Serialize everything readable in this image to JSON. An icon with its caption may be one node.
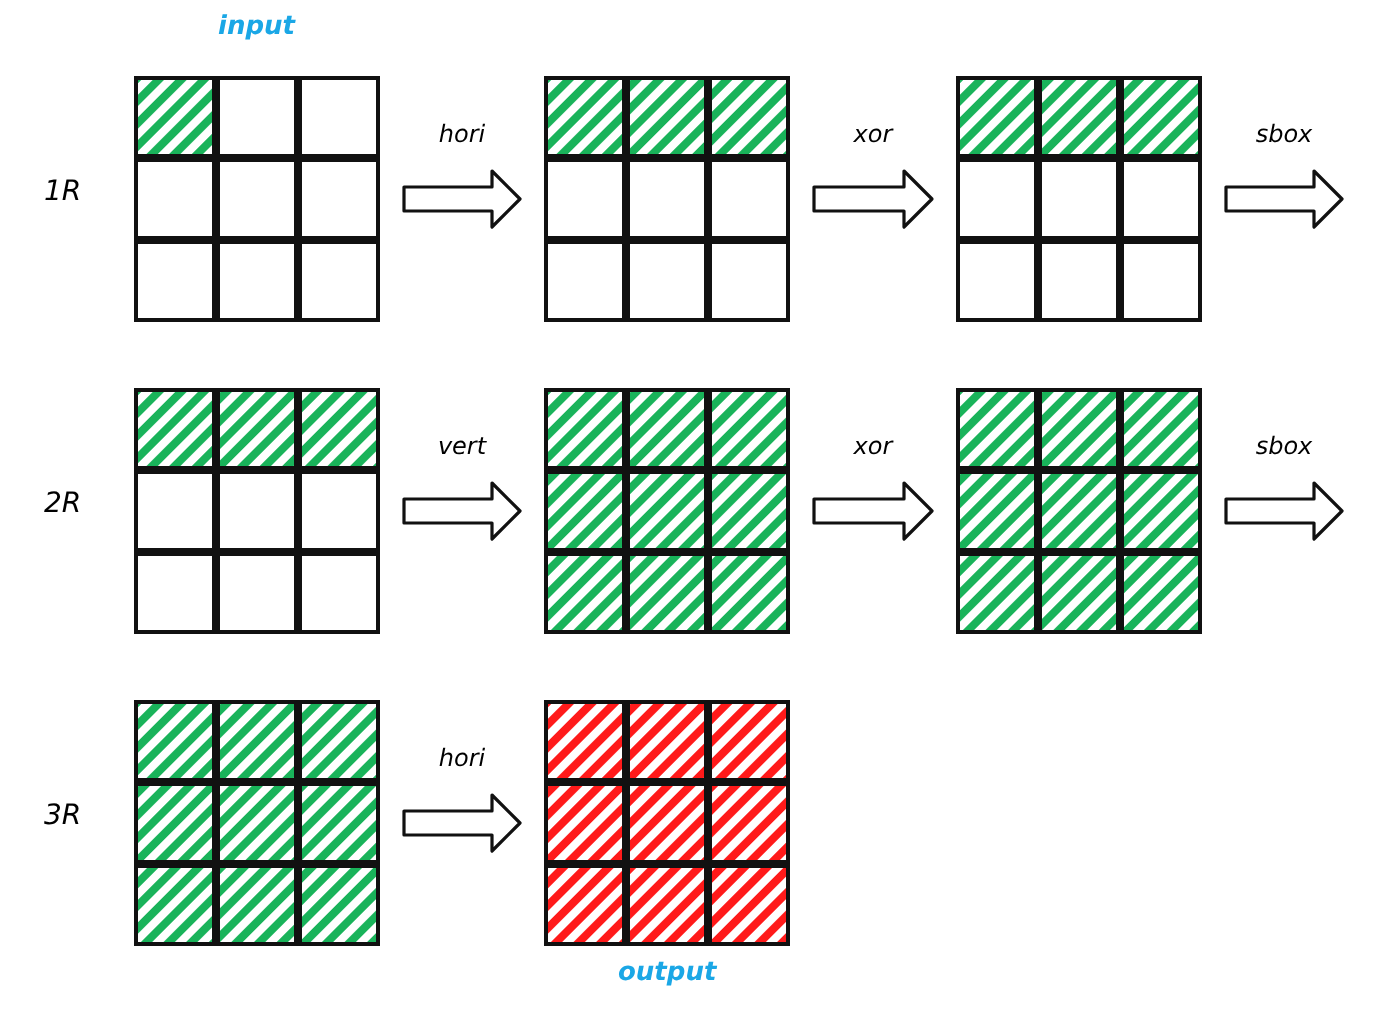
{
  "diagram": {
    "nodes": [
      {
        "text": [],
        "shape": "grid",
        "beside": [
          "input"
        ]
      },
      {
        "text": [],
        "shape": "grid"
      },
      {
        "text": [],
        "shape": "grid"
      },
      {
        "text": [],
        "shape": "grid"
      },
      {
        "text": [],
        "shape": "grid"
      },
      {
        "text": [],
        "shape": "grid"
      },
      {
        "text": [],
        "shape": "grid"
      },
      {
        "text": [],
        "shape": "grid",
        "beside": [
          "output"
        ]
      }
    ],
    "edges": [
      {
        "from": 0,
        "to": 1,
        "arrow": "to",
        "label": "hori"
      },
      {
        "from": 1,
        "to": 2,
        "arrow": "to",
        "label": "xor"
      },
      {
        "from": 2,
        "to": null,
        "arrow": "to",
        "label": "sbox"
      },
      {
        "from": 3,
        "to": 4,
        "arrow": "to",
        "label": "vert"
      },
      {
        "from": 4,
        "to": 5,
        "arrow": "to",
        "label": "xor"
      },
      {
        "from": 5,
        "to": null,
        "arrow": "to",
        "label": "sbox"
      },
      {
        "from": 6,
        "to": 7,
        "arrow": "to",
        "label": "hori"
      }
    ],
    "labels": [
      "1R",
      "2R",
      "3R"
    ]
  }
}
